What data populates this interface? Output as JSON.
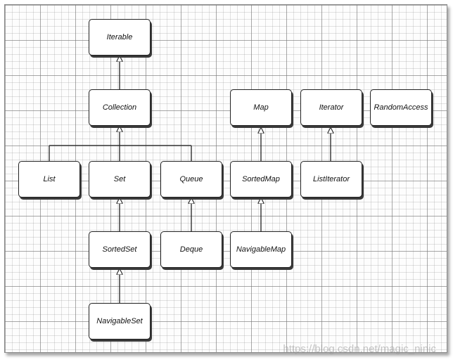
{
  "nodes": {
    "iterable": "Iterable",
    "collection": "Collection",
    "map": "Map",
    "iterator": "Iterator",
    "random_access": "RandomAccess",
    "list": "List",
    "set": "Set",
    "queue": "Queue",
    "sorted_map": "SortedMap",
    "list_iterator": "ListIterator",
    "sorted_set": "SortedSet",
    "deque": "Deque",
    "navigable_map": "NavigableMap",
    "navigable_set": "NavigableSet"
  },
  "watermark": "https://blog.csdn.net/magic_ninic",
  "colors": {
    "line": "#222222",
    "grid_major": "#787878",
    "grid_minor": "#969696"
  }
}
